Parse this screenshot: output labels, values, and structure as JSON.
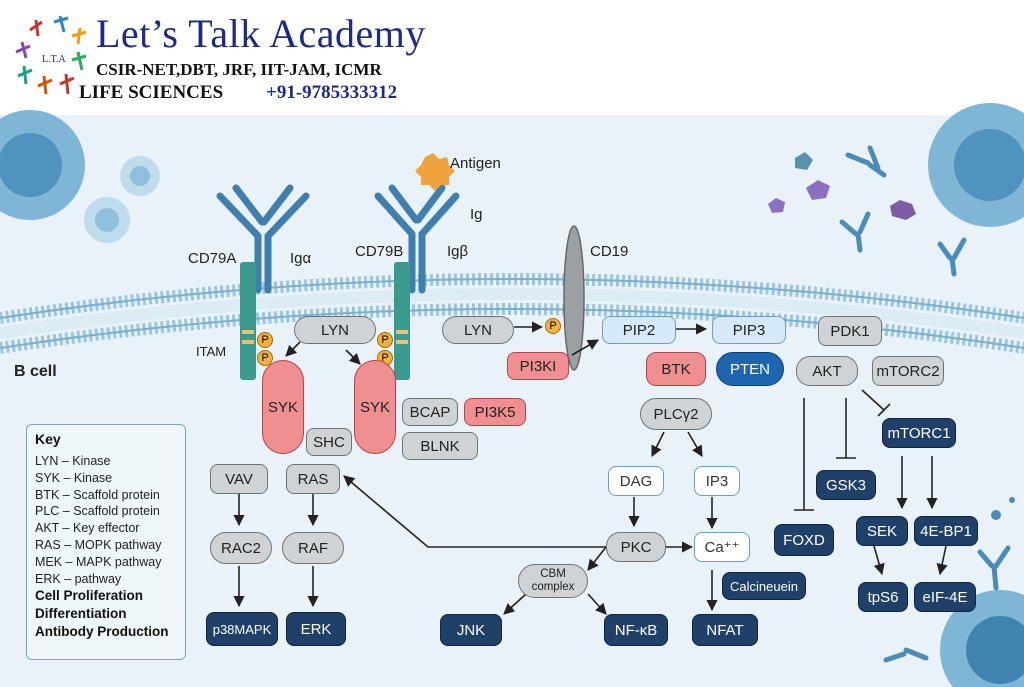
{
  "header": {
    "title": "Let’s Talk Academy",
    "subtitle": "CSIR-NET,DBT, JRF, IIT-JAM, ICMR",
    "field": "LIFE SCIENCES",
    "phone": "+91-9785333312",
    "logo_text": "L.T.A"
  },
  "labels": {
    "cell": "B cell",
    "antigen": "Antigen",
    "ig": "Ig",
    "cd79a": "CD79A",
    "iga": "Igα",
    "cd79b": "CD79B",
    "igb": "Igβ",
    "cd19": "CD19",
    "itam": "ITAM",
    "p": "P"
  },
  "nodes": {
    "lyn1": "LYN",
    "syk1": "SYK",
    "syk2": "SYK",
    "shc": "SHC",
    "bcap": "BCAP",
    "pi3k5": "PI3K5",
    "blnk": "BLNK",
    "lyn2": "LYN",
    "pi3ki": "PI3KI",
    "pip2": "PIP2",
    "pip3": "PIP3",
    "btk": "BTK",
    "pten": "PTEN",
    "pdk1": "PDK1",
    "akt": "AKT",
    "mtorc2": "mTORC2",
    "mtorc1": "mTORC1",
    "gsk3": "GSK3",
    "foxd": "FOXD",
    "sek": "SEK",
    "4ebp1": "4E-BP1",
    "tps6": "tpS6",
    "eif4e": "eIF-4E",
    "plcg2": "PLCγ2",
    "dag": "DAG",
    "ip3": "IP3",
    "pkc": "PKC",
    "ca": "Ca⁺⁺",
    "cbm": "CBM complex",
    "calcineurin": "Calcineuein",
    "jnk": "JNK",
    "nfkb": "NF-κB",
    "nfat": "NFAT",
    "vav": "VAV",
    "ras": "RAS",
    "rac2": "RAC2",
    "raf": "RAF",
    "p38": "p38MAPK",
    "erk": "ERK"
  },
  "key": {
    "title": "Key",
    "items": [
      "LYN – Kinase",
      "SYK – Kinase",
      "BTK – Scaffold protein",
      "PLC – Scaffold protein",
      "AKT – Key effector",
      "RAS – MOPK pathway",
      "MEK – MAPK pathway",
      "ERK – pathway"
    ],
    "outcomes": [
      "Cell Proliferation",
      "Differentiation",
      "Antibody Production"
    ]
  },
  "colors": {
    "brand": "#1d2a8a",
    "membrane": "#9cc6dd",
    "background": "#e8f2f8",
    "navy_node": "#1f4068",
    "red_node": "#f08f92",
    "gray_node": "#cfd3d6"
  }
}
